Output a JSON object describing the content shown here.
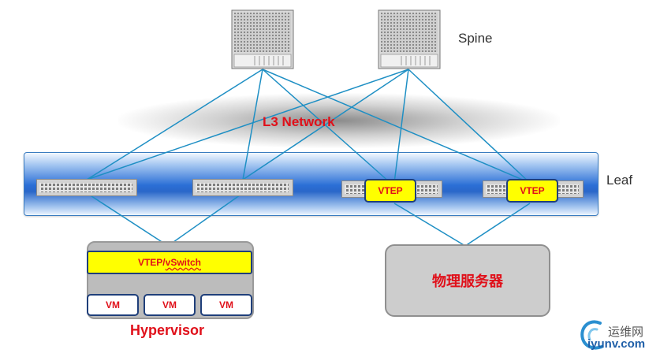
{
  "labels": {
    "spine": "Spine",
    "leaf": "Leaf",
    "l3_network": "L3 Network",
    "hypervisor": "Hypervisor",
    "physical_server": "物理服务器"
  },
  "leaf_vteps": [
    "VTEP",
    "VTEP"
  ],
  "hypervisor": {
    "vswitch_prefix": "VTEP/",
    "vswitch_name": "vSwitch",
    "vms": [
      "VM",
      "VM",
      "VM"
    ]
  },
  "watermark": {
    "site_cn": "运维网",
    "site_url": "iyunv.com"
  },
  "colors": {
    "link": "#1e8fc4",
    "accent_red": "#e0101a",
    "vtep_yellow": "#ffff00",
    "box_border": "#1f3f7a",
    "leaf_blue": "#2b6fd6"
  }
}
